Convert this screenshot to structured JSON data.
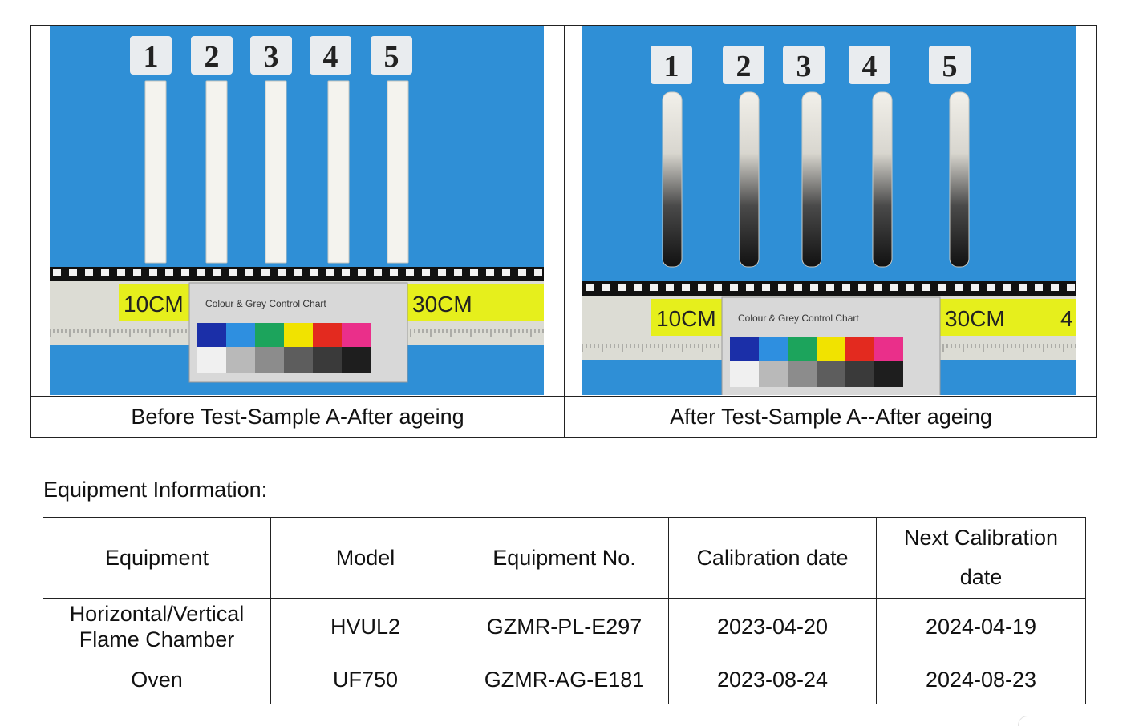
{
  "photos": [
    {
      "caption": "Before Test-Sample A-After ageing",
      "labels": [
        "1",
        "2",
        "3",
        "4",
        "5"
      ],
      "ruler_marks": [
        "10CM",
        "30CM"
      ],
      "chart_title": "Colour & Grey Control Chart",
      "state": "unburnt"
    },
    {
      "caption": "After Test-Sample A--After ageing",
      "labels": [
        "1",
        "2",
        "3",
        "4",
        "5"
      ],
      "ruler_marks": [
        "10CM",
        "30CM",
        "4"
      ],
      "chart_title": "Colour & Grey Control Chart",
      "state": "burnt"
    }
  ],
  "equipment": {
    "title": "Equipment Information:",
    "headers": [
      "Equipment",
      "Model",
      "Equipment No.",
      "Calibration date",
      "Next Calibration date"
    ],
    "rows": [
      [
        "Horizontal/Vertical Flame Chamber",
        "HVUL2",
        "GZMR-PL-E297",
        "2023-04-20",
        "2024-04-19"
      ],
      [
        "Oven",
        "UF750",
        "GZMR-AG-E181",
        "2023-08-24",
        "2024-08-23"
      ]
    ]
  },
  "colors": {
    "background_blue": "#2f8fd6",
    "ruler_yellow": "#e6ef1c",
    "border": "#222222"
  }
}
